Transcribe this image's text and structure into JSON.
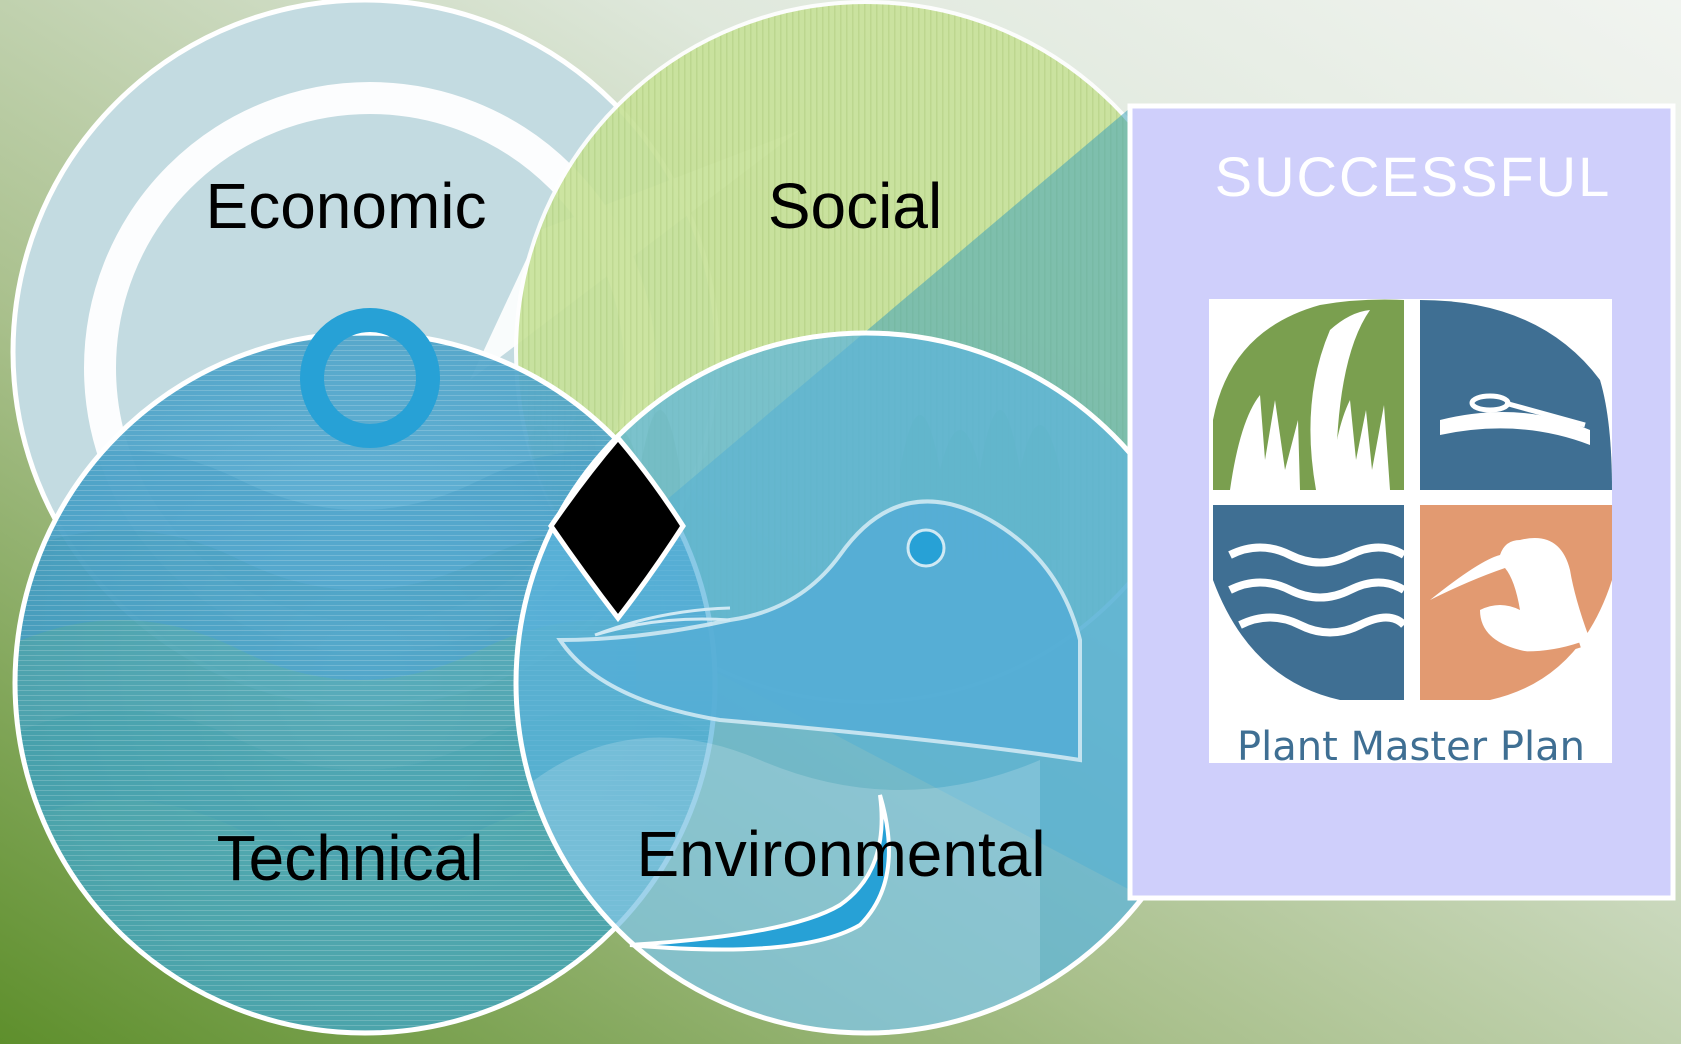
{
  "diagram": {
    "circles": [
      {
        "id": "economic",
        "label": "Economic",
        "color": "#c5dde3"
      },
      {
        "id": "social",
        "label": "Social",
        "color": "#c8e29a"
      },
      {
        "id": "technical",
        "label": "Technical",
        "color": "#5ab0d8"
      },
      {
        "id": "environmental",
        "label": "Environmental",
        "color": "#5cb4dc"
      }
    ],
    "center_marker": "diamond"
  },
  "result_panel": {
    "heading": "SUCCESSFUL",
    "background_color": "#cfcffb",
    "logo": {
      "caption": "Plant Master Plan",
      "quadrant_colors": {
        "plants": "#7a9f4f",
        "clarifier": "#3f6f93",
        "water": "#3f6f93",
        "bird": "#e29a71"
      }
    }
  },
  "colors": {
    "background_top": "#eaf0ec",
    "background_bottom": "#6f9a3c",
    "text_dark": "#000000",
    "logo_text": "#3f6f93"
  }
}
